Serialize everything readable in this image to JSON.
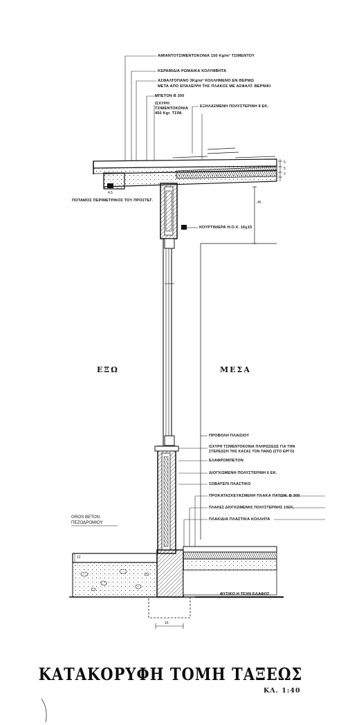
{
  "annotations": {
    "roof_mortar": "ΑΜΙΑΝΤΟΤΣΙΜΕΝΤΟΚΟΝΙΑ 150 Kg/m³ ΤΣΙΜΕΝΤΟΥ",
    "roof_tiles": "ΚΕΡΑΜΙΔΙΑ ΡΩΜΑΙΚΑ ΚΟΛΥΜΒΗΤΑ",
    "asphalt_line1": "ΑΣΦΑΛΤΟΠΑΝΟ 3Kg/m² ΚΟΛΛΗΜΕΝΟ ΕΝ ΘΕΡΜΩ",
    "asphalt_line2": "ΜΕΤΑ ΑΠΟ ΕΠΑΛΕΙΨΗ ΤΗΣ ΠΛΑΚΟΣ ΜΕ ΑΣΦΑΛΤ. ΒΕΡΝΙΚΙ",
    "concrete_b300": "ΜΠΕΤΟΝ Β 300",
    "strong_mortar_1": "ΙΣΧΥΡΗ",
    "strong_mortar_2": "ΤΣΙΜΕΝΤΟΚΟΝΙΑ",
    "strong_mortar_3": "450 Kgr. ΤΣΙΜ.",
    "extruded_poly": "ΕΞΗΛΑΣΜΕΝΗ ΠΟΛΥΣΤΕΡΙΝΗ 8 ΕΚ.",
    "edge_beam": "ΠΟΤΑΜΟΣ ΠΕΡΙΜΕΤΡΙΚΟΣ ΤΟΥ ΠΡΟΣΤΕΓ.",
    "curtain_rail": "ΚΟΥΡΤΙΝΙΕΡΑ Η.Ο.Χ. 16χ15",
    "window_frame": "ΠΡΟΒΟΛΗ ΠΛΑΙΣΙΟΥ",
    "strong_mortar_fill_1": "ΙΣΧΥΡΗ ΤΣΙΜΕΝΤΟΚΟΝΙΑ ΠΛΗΡΩΣΕΩΣ ΓΙΑ ΤΗΝ",
    "strong_mortar_fill_2": "ΣΤΕΡΕΩΣΗ ΤΗΣ ΚΑΣΑΣ ΤΟΝ ΠΑΝΩ (ΣΤΟ ΕΡΓΟ)",
    "lightweight_concrete": "ΕΛΑΦΡΟΜΠΕΤΟΝ",
    "expanded_poly_6": "ΔΙΟΓΚΩΜΕΝΗ ΠΟΛΥΣΤΕΡΙΝΗ 6 ΕΚ.",
    "plastic_skirting": "ΣΟΒΑΤΕΠΙ ΠΛΑΣΤΙΚΟ",
    "precast_slab": "ΠΡΟΚΑΤΑΣΚΕΥΑΣΜΕΝΗ ΠΛΑΚΑ ΠΑΤΩΜ. Β 300",
    "expanded_poly_10": "ΠΛΑΚΕΣ ΔΙΟΓΚΩΜΕΝΗΣ ΠΟΛΥΣΤΕΡΙΝΗΣ 10ΕΚ.",
    "plastic_tiles": "ΠΛΑΚΙΔΙΑ ΠΛΑΣΤΙΚΑ ΚΟΛΛΗΤΑ",
    "natural_ground": "ΦΥΣΙΚΟ Η ΤΕΧΝ ΕΔΑΦΟΣ",
    "gros_beton_1": "GROS BETON",
    "gros_beton_2": "ΠΕΖΟΔΡΟΜΙΟΥ"
  },
  "sides": {
    "outside": "ΕΞΩ",
    "inside": "ΜΕΣΑ"
  },
  "dimensions": {
    "roof_right_1": "5",
    "roof_right_2": "5",
    "roof_right_3": "3",
    "edge_small": "4,5",
    "ceiling_drop": "45",
    "floor_left": "12",
    "base_width": "15"
  },
  "title": "ΚΑΤΑΚΟΡΥΦΗ ΤΟΜΗ ΤΑΞΕΩΣ",
  "scale": "ΚΛ. 1:40"
}
